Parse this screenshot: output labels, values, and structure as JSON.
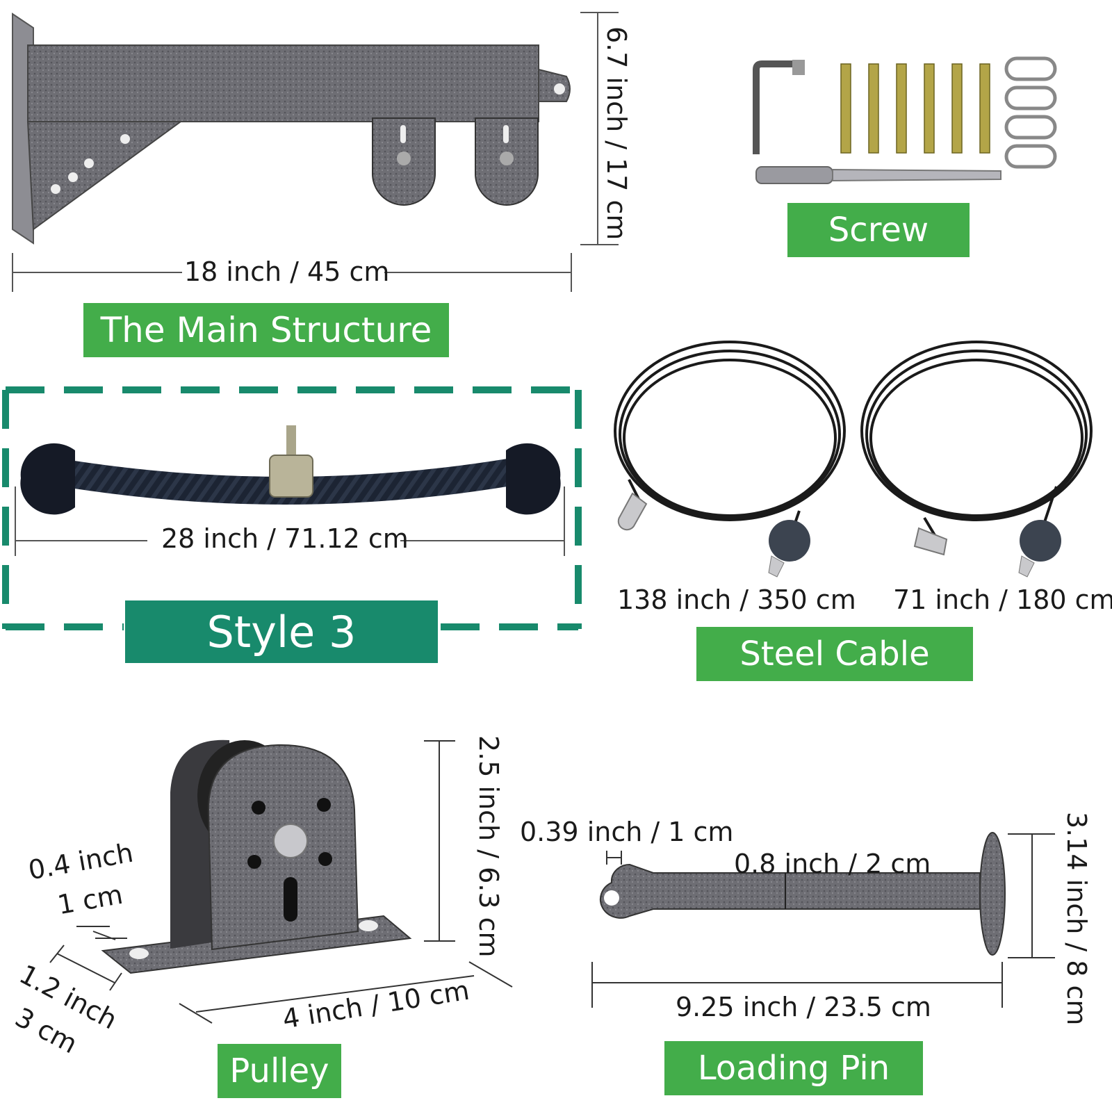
{
  "colors": {
    "label_green": "#43ad4a",
    "label_teal": "#188a6c",
    "metal": "#6b6b70",
    "dashed_border": "#188a6c"
  },
  "main_structure": {
    "label": "The Main Structure",
    "width_dim": "18 inch / 45 cm",
    "height_dim": "6.7 inch / 17 cm"
  },
  "screw": {
    "label": "Screw"
  },
  "rope": {
    "label": "Style 3",
    "length_dim": "28 inch / 71.12 cm"
  },
  "steel_cable": {
    "label": "Steel Cable",
    "cable1_dim": "138 inch / 350 cm",
    "cable2_dim": "71 inch / 180 cm"
  },
  "pulley": {
    "label": "Pulley",
    "height_dim": "2.5 inch / 6.3 cm",
    "thickness_dim_line1": "0.4 inch",
    "thickness_dim_line2": "1 cm",
    "depth_dim_line1": "1.2 inch",
    "depth_dim_line2": "3 cm",
    "width_dim": "4 inch / 10 cm"
  },
  "loading_pin": {
    "label": "Loading Pin",
    "hole_dim": "0.39 inch / 1 cm",
    "diameter_dim": "0.8 inch / 2 cm",
    "plate_dim": "3.14 inch / 8 cm",
    "length_dim": "9.25 inch / 23.5 cm"
  }
}
